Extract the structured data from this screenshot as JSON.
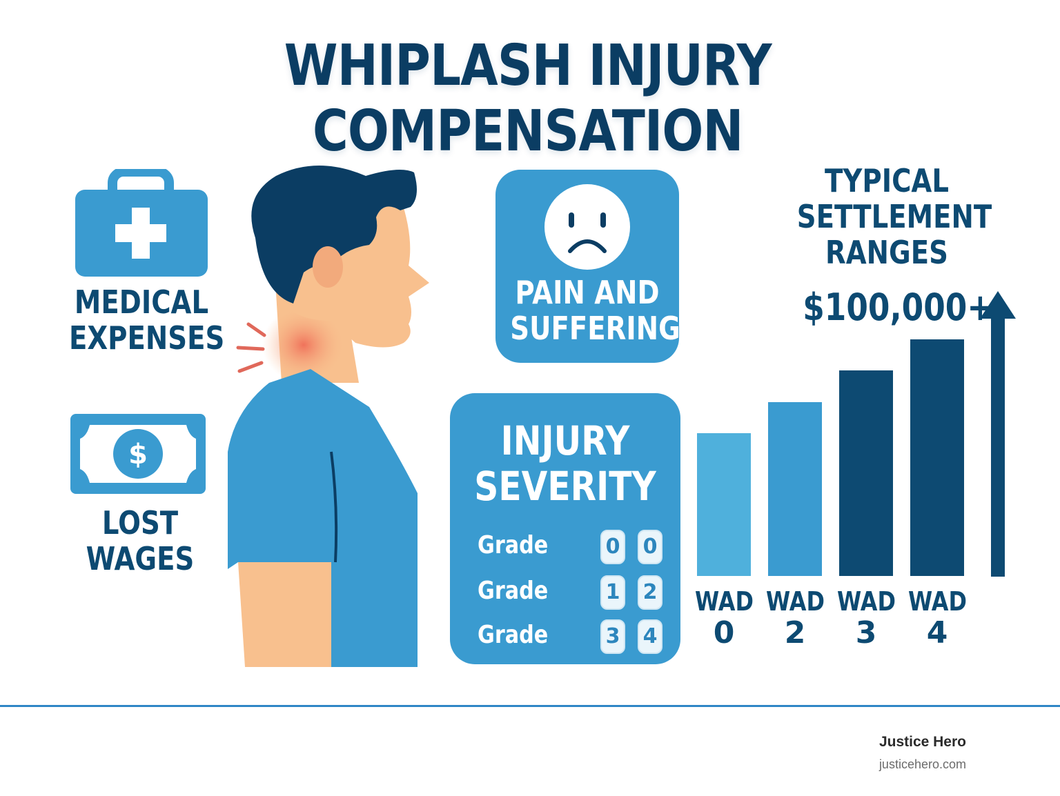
{
  "title": "WHIPLASH INJURY COMPENSATION",
  "icons": [
    "first-aid-kit-icon",
    "dollar-bill-icon",
    "sad-face-icon",
    "up-arrow-icon"
  ],
  "colors": {
    "dark_blue": "#0b3d63",
    "mid_blue": "#3a9bd0",
    "light_blue": "#4fb0dc",
    "accent_red": "#e0685a"
  },
  "medical": {
    "line1": "MEDICAL",
    "line2": "EXPENSES"
  },
  "wages": {
    "line1": "LOST",
    "line2": "WAGES"
  },
  "pain": {
    "line1": "PAIN AND",
    "line2": "SUFFERING"
  },
  "severity": {
    "line1": "INJURY",
    "line2": "SEVERITY",
    "grades": [
      {
        "label": "Grade",
        "a": "0",
        "b": "0"
      },
      {
        "label": "Grade",
        "a": "1",
        "b": "2"
      },
      {
        "label": "Grade",
        "a": "3",
        "b": "4"
      }
    ]
  },
  "settlement": {
    "line1": "TYPICAL",
    "line2": "SETTLEMENT",
    "line3": "RANGES",
    "top_value": "$100,000+"
  },
  "chart_data": {
    "type": "bar",
    "title": "TYPICAL SETTLEMENT RANGES",
    "categories": [
      "WAD 0",
      "WAD 2",
      "WAD 3",
      "WAD 4"
    ],
    "category_parts": [
      [
        "WAD",
        "0"
      ],
      [
        "WAD",
        "2"
      ],
      [
        "WAD",
        "3"
      ],
      [
        "WAD",
        "4"
      ]
    ],
    "values": [
      0.59,
      0.72,
      0.85,
      0.98
    ],
    "value_unit": "relative height (fraction of arrow span)",
    "colors": [
      "#4fb0dc",
      "#3a9bd0",
      "#0d4a72",
      "#0d4a72"
    ],
    "annotation": "$100,000+"
  },
  "footer": {
    "brand": "Justice Hero",
    "site": "justicehero.com"
  }
}
